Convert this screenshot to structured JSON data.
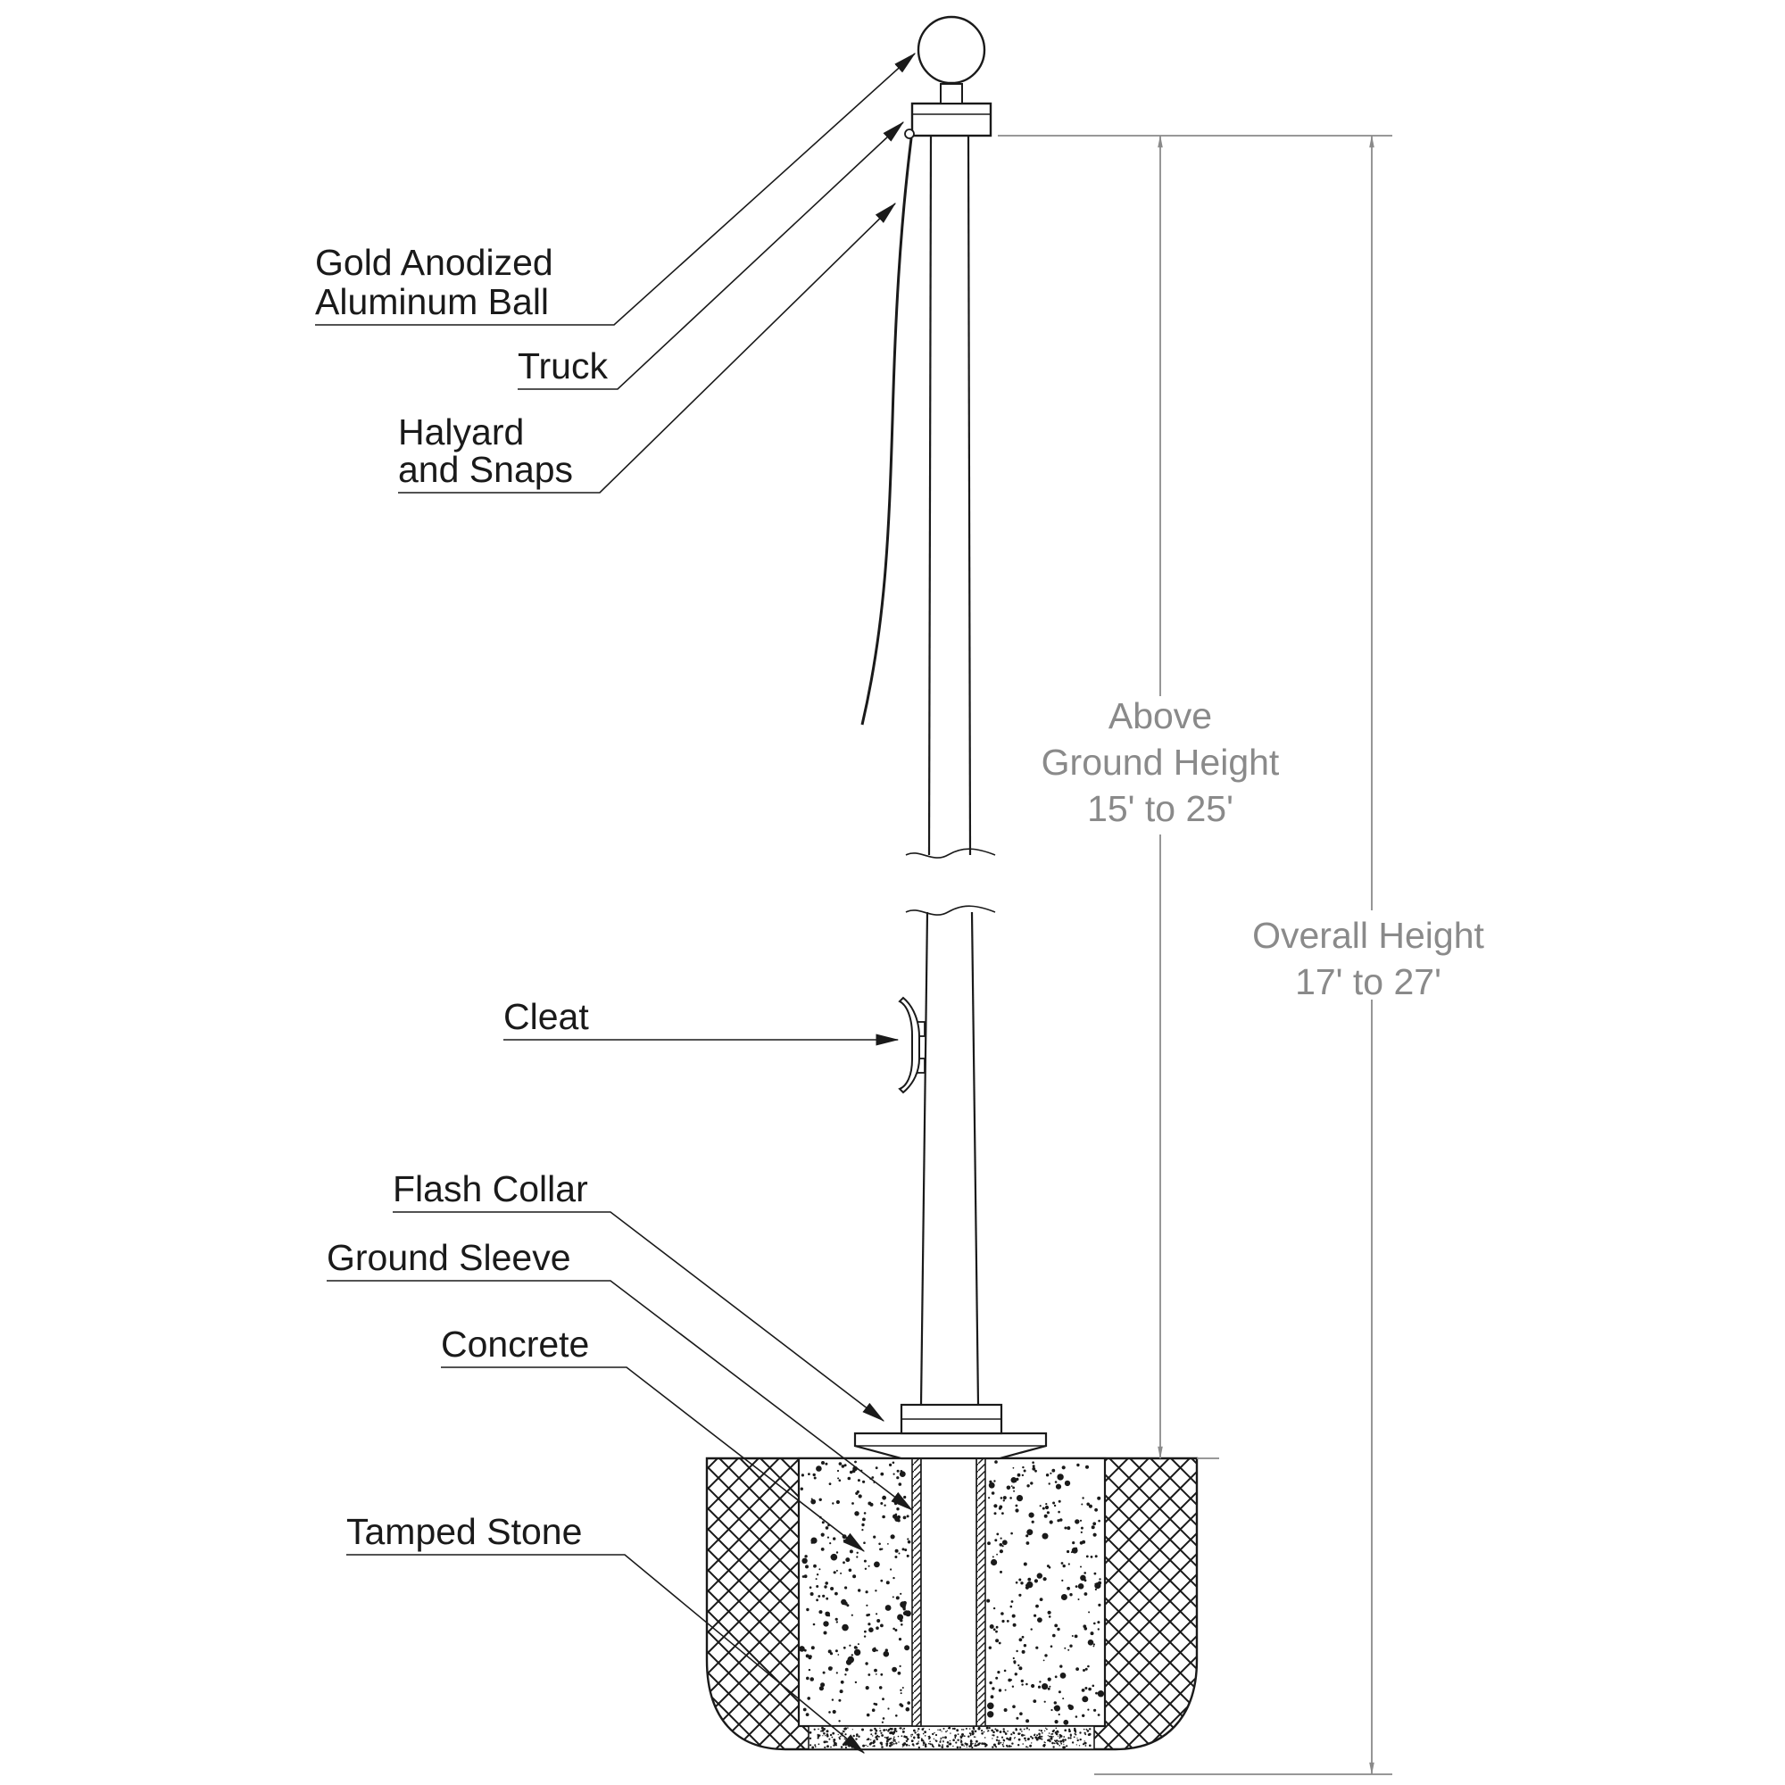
{
  "labels": {
    "ball_line1": "Gold Anodized",
    "ball_line2": "Aluminum Ball",
    "truck": "Truck",
    "halyard_line1": "Halyard",
    "halyard_line2": "and Snaps",
    "cleat": "Cleat",
    "flash_collar": "Flash Collar",
    "ground_sleeve": "Ground Sleeve",
    "concrete": "Concrete",
    "tamped_stone": "Tamped Stone"
  },
  "dimensions": {
    "above_line1": "Above",
    "above_line2": "Ground Height",
    "above_line3": "15' to 25'",
    "overall_line1": "Overall Height",
    "overall_line2": "17' to 27'"
  },
  "colors": {
    "ink": "#1a1a1a",
    "dimension": "#8a8a8a",
    "background": "#ffffff"
  }
}
